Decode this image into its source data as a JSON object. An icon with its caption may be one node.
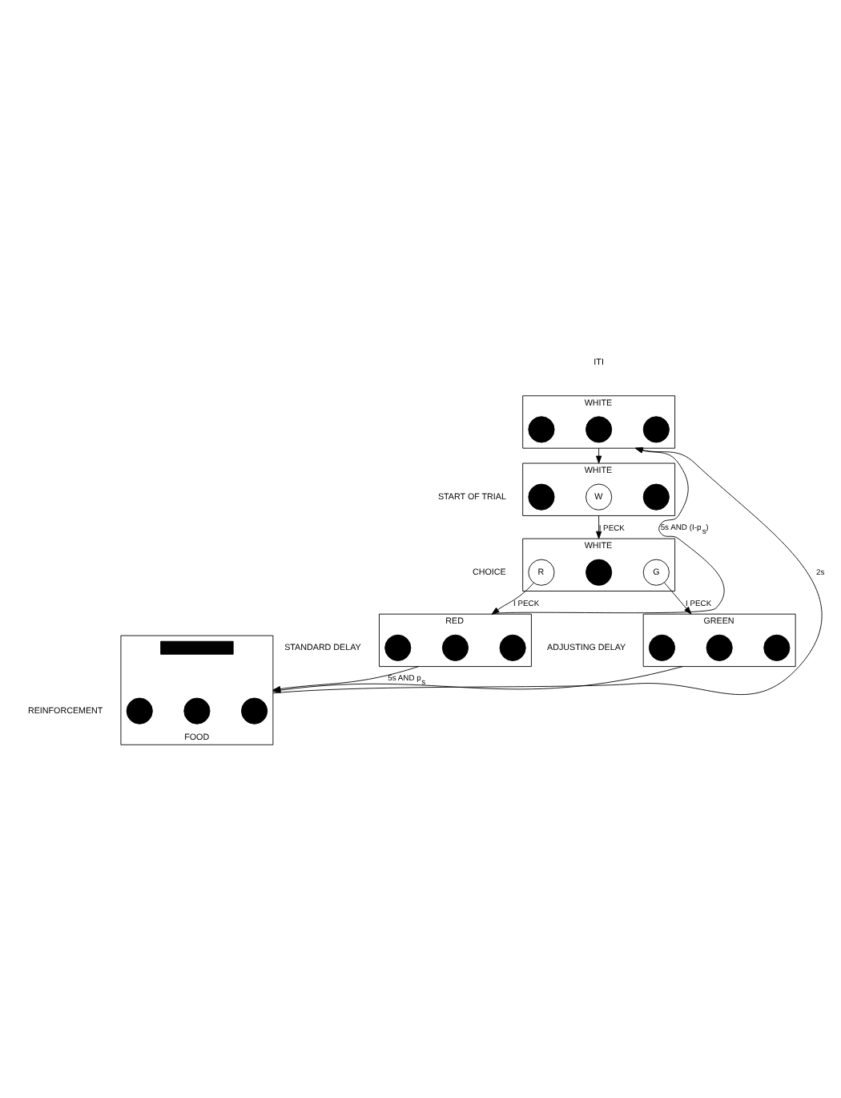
{
  "diagram": {
    "nodes": [
      {
        "text": [
          "WHITE"
        ]
      },
      {
        "text": [],
        "shape": "circle",
        "in": 0
      },
      {
        "text": [],
        "shape": "circle",
        "in": 0
      },
      {
        "text": [],
        "shape": "circle",
        "in": 0
      },
      {
        "text": [
          "WHITE"
        ],
        "beside": [
          "START OF TRIAL"
        ]
      },
      {
        "text": [],
        "shape": "circle",
        "in": 4
      },
      {
        "text": [
          "W"
        ],
        "in": 4
      },
      {
        "text": [],
        "shape": "circle",
        "in": 4
      },
      {
        "text": [
          "WHITE"
        ],
        "beside": [
          "CHOICE"
        ]
      },
      {
        "text": [
          "R"
        ],
        "in": 8
      },
      {
        "text": [],
        "shape": "circle",
        "in": 8
      },
      {
        "text": [
          "G"
        ],
        "in": 8
      },
      {
        "text": [
          "RED"
        ],
        "beside": [
          "STANDARD DELAY"
        ]
      },
      {
        "text": [],
        "shape": "circle",
        "in": 12
      },
      {
        "text": [],
        "shape": "circle",
        "in": 12
      },
      {
        "text": [],
        "shape": "circle",
        "in": 12
      },
      {
        "text": [
          "GREEN"
        ],
        "beside": [
          "ADJUSTING DELAY"
        ]
      },
      {
        "text": [],
        "shape": "circle",
        "in": 16
      },
      {
        "text": [],
        "shape": "circle",
        "in": 16
      },
      {
        "text": [],
        "shape": "circle",
        "in": 16
      },
      {
        "text": [
          "FOOD"
        ],
        "beside": [
          "REINFORCEMENT"
        ]
      },
      {
        "text": [],
        "shape": "bar",
        "in": 20
      },
      {
        "text": [],
        "shape": "circle",
        "in": 20
      },
      {
        "text": [],
        "shape": "circle",
        "in": 20
      },
      {
        "text": [],
        "shape": "circle",
        "in": 20
      }
    ],
    "edges": [
      {
        "from": 0,
        "to": 4,
        "arrow": "to"
      },
      {
        "from": 4,
        "to": 8,
        "arrow": "to",
        "label": "I PECK"
      },
      {
        "from": 9,
        "to": 12,
        "arrow": "to",
        "label": "I PECK"
      },
      {
        "from": 11,
        "to": 16,
        "arrow": "to",
        "label": "I PECK"
      },
      {
        "from": 12,
        "to": 20,
        "arrow": "to",
        "label": "5s AND p$_{s}$"
      },
      {
        "from": 16,
        "to": 20,
        "arrow": "to"
      },
      {
        "from": 12,
        "to": 0,
        "arrow": "to",
        "label": "5s AND (I-p$_{s}$)"
      },
      {
        "from": 20,
        "to": 0,
        "arrow": "to",
        "label": "2s"
      }
    ],
    "labels": [
      "ITI"
    ]
  }
}
